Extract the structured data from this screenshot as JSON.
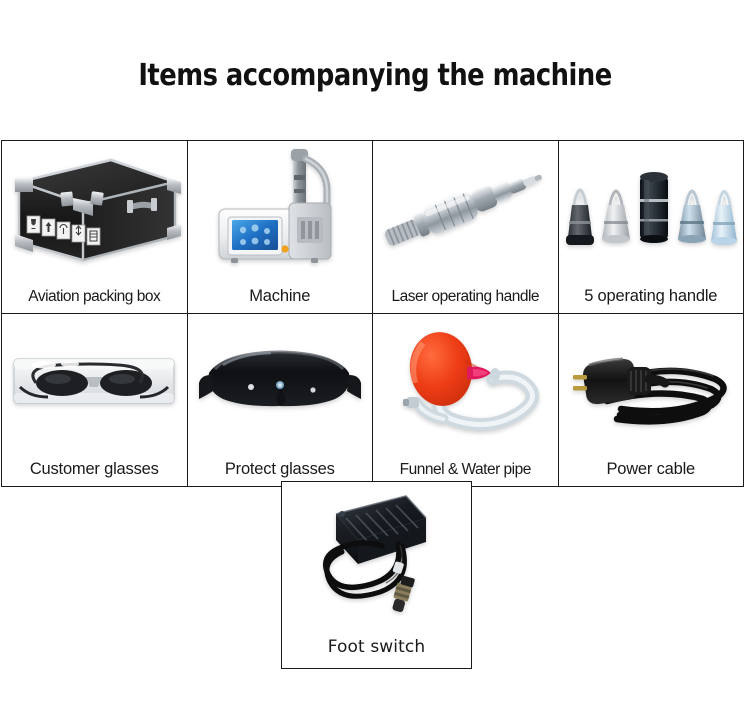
{
  "page": {
    "title": "Items accompanying the machine",
    "background_color": "#ffffff",
    "border_color": "#1a1a1a"
  },
  "grid": {
    "columns": 4,
    "rows": [
      [
        {
          "label": "Aviation packing box",
          "icon": "flight-case-icon"
        },
        {
          "label": "Machine",
          "icon": "laser-machine-icon"
        },
        {
          "label": "Laser operating handle",
          "icon": "laser-handpiece-icon"
        },
        {
          "label": "5 operating handle",
          "icon": "handle-tips-icon"
        }
      ],
      [
        {
          "label": "Customer glasses",
          "icon": "goggles-in-case-icon"
        },
        {
          "label": "Protect glasses",
          "icon": "safety-glasses-icon"
        },
        {
          "label": "Funnel & Water pipe",
          "icon": "funnel-water-pipe-icon"
        },
        {
          "label": "Power cable",
          "icon": "power-cable-icon"
        }
      ]
    ],
    "footer_cell": {
      "label": "Foot switch",
      "icon": "foot-switch-icon"
    }
  },
  "colors": {
    "case_black": "#1b1b1b",
    "case_trim": "#b9bcc0",
    "machine_body": "#e9ebed",
    "screen_blue": "#2f7fd6",
    "tip_black": "#141a22",
    "tip_silver": "#c9ccd0",
    "tip_blue": "#9fc4e0",
    "funnel_red": "#ea3b18",
    "cable_black": "#0f0f0f"
  }
}
